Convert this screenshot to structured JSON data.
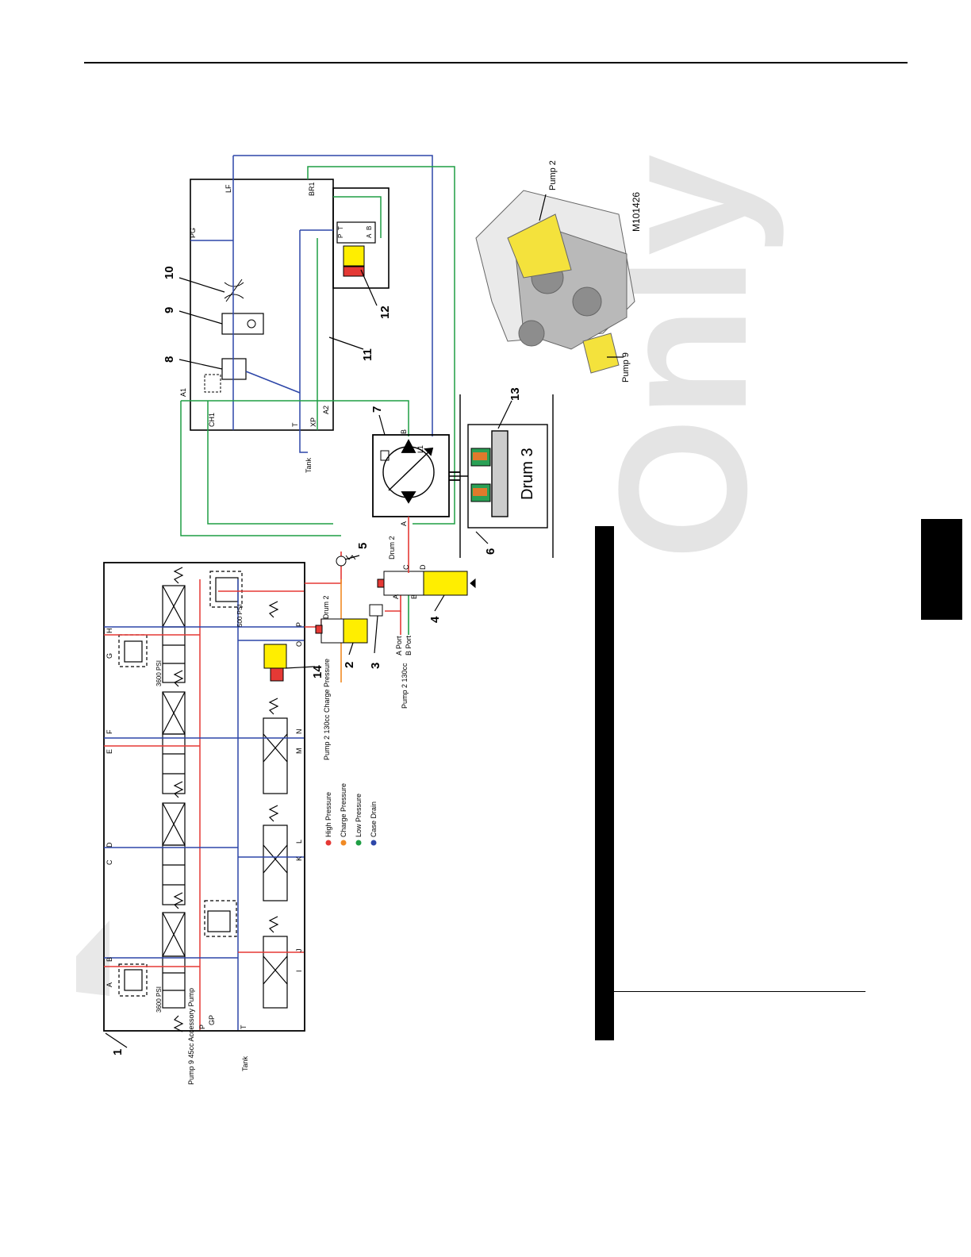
{
  "watermark": "Only",
  "figure_id": "M101426",
  "legend": [
    {
      "label": "High Pressure",
      "color": "#e53935"
    },
    {
      "label": "Charge Pressure",
      "color": "#f08a24"
    },
    {
      "label": "Low Pressure",
      "color": "#1e9e44"
    },
    {
      "label": "Case Drain",
      "color": "#2d46a8"
    }
  ],
  "callouts": [
    "1",
    "2",
    "3",
    "4",
    "5",
    "6",
    "7",
    "8",
    "9",
    "10",
    "11",
    "12",
    "13",
    "14"
  ],
  "ports_valve": [
    "A",
    "B",
    "C",
    "D",
    "E",
    "F",
    "G",
    "H",
    "I",
    "J",
    "K",
    "L",
    "M",
    "N",
    "O",
    "P",
    "P",
    "GP",
    "T"
  ],
  "ports_motor_block": [
    "LF",
    "PG",
    "BR1",
    "A1",
    "CH1",
    "T",
    "XP",
    "A2",
    "P",
    "T",
    "A",
    "B"
  ],
  "ports_motor": [
    "A",
    "B",
    "L1"
  ],
  "ports_drum_valve": [
    "A",
    "B",
    "C",
    "D"
  ],
  "relief_settings": [
    "3600 PSI",
    "3600 PSI",
    "500 PSI"
  ],
  "labels": {
    "pump9": "Pump 9 45cc Accessory Pump",
    "tank": "Tank",
    "pump2_charge": "Pump 2 130cc Charge Pressure",
    "pump2_ports_a": "A Port",
    "pump2_ports_b": "B Port",
    "pump2_130cc": "Pump 2 130cc",
    "drum2": "Drum 2",
    "drum3": "Drum 3",
    "pump2_photo": "Pump 2",
    "pump9_photo": "Pump 9"
  }
}
